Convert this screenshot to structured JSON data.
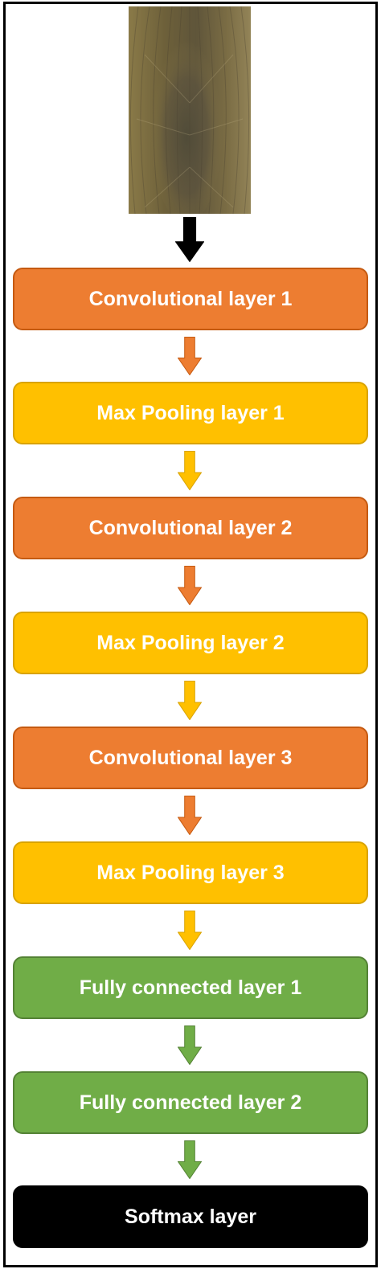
{
  "colors": {
    "conv": "#ED7D31",
    "conv_border": "#C55A11",
    "pool": "#FFC000",
    "pool_border": "#D9A300",
    "fc": "#70AD47",
    "fc_border": "#548235",
    "softmax": "#000000",
    "input_arrow": "#000000"
  },
  "input_image": {
    "icon": "fingerprint-texture-image"
  },
  "layers": [
    {
      "label": "Convolutional layer 1",
      "kind": "conv"
    },
    {
      "label": "Max Pooling layer 1",
      "kind": "pool"
    },
    {
      "label": "Convolutional layer 2",
      "kind": "conv"
    },
    {
      "label": "Max Pooling layer 2",
      "kind": "pool"
    },
    {
      "label": "Convolutional layer 3",
      "kind": "conv"
    },
    {
      "label": "Max Pooling layer 3",
      "kind": "pool"
    },
    {
      "label": "Fully connected layer 1",
      "kind": "fc"
    },
    {
      "label": "Fully connected layer 2",
      "kind": "fc"
    },
    {
      "label": "Softmax layer",
      "kind": "softmax"
    }
  ]
}
